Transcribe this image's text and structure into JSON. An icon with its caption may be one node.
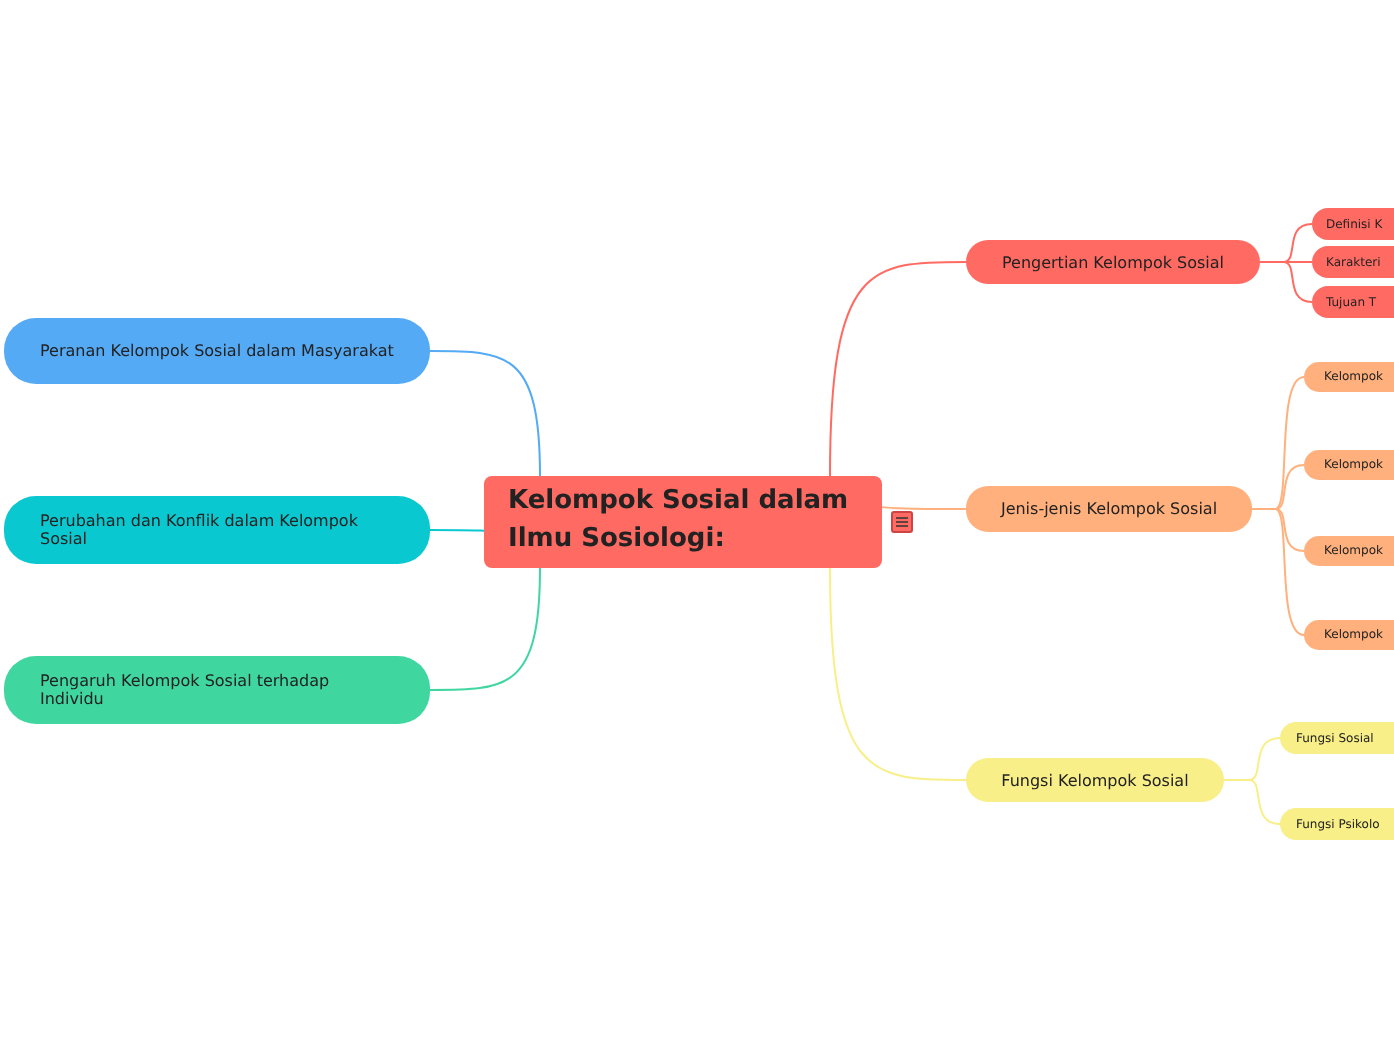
{
  "diagram": {
    "nodes": [
      {
        "text": [
          "Kelompok Sosial dalam Ilmu Sosiologi:"
        ]
      },
      {
        "text": [
          "Peranan Kelompok Sosial dalam Masyarakat"
        ]
      },
      {
        "text": [
          "Perubahan dan Konflik dalam Kelompok Sosial"
        ]
      },
      {
        "text": [
          "Pengaruh Kelompok Sosial terhadap Individu"
        ]
      },
      {
        "text": [
          "Pengertian Kelompok Sosial"
        ]
      },
      {
        "text": [
          "Definisi K"
        ]
      },
      {
        "text": [
          "Karakteri"
        ]
      },
      {
        "text": [
          "Tujuan T"
        ]
      },
      {
        "text": [
          "Jenis-jenis Kelompok Sosial"
        ]
      },
      {
        "text": [
          "Kelompok"
        ]
      },
      {
        "text": [
          "Kelompok"
        ]
      },
      {
        "text": [
          "Kelompok"
        ]
      },
      {
        "text": [
          "Kelompok"
        ]
      },
      {
        "text": [
          "Fungsi Kelompok Sosial"
        ]
      },
      {
        "text": [
          "Fungsi Sosial"
        ]
      },
      {
        "text": [
          "Fungsi Psikolo"
        ]
      }
    ],
    "edges": [
      {
        "from": 0,
        "to": 1,
        "arrow": "none",
        "color": "#55aaf5"
      },
      {
        "from": 0,
        "to": 2,
        "arrow": "none",
        "color": "#0ac8d0"
      },
      {
        "from": 0,
        "to": 3,
        "arrow": "none",
        "color": "#40d6a0"
      },
      {
        "from": 0,
        "to": 4,
        "arrow": "none",
        "color": "#ff6b63"
      },
      {
        "from": 4,
        "to": 5,
        "arrow": "none",
        "color": "#ff6b63"
      },
      {
        "from": 4,
        "to": 6,
        "arrow": "none",
        "color": "#ff6b63"
      },
      {
        "from": 4,
        "to": 7,
        "arrow": "none",
        "color": "#ff6b63"
      },
      {
        "from": 0,
        "to": 8,
        "arrow": "none",
        "color": "#ffb07c"
      },
      {
        "from": 8,
        "to": 9,
        "arrow": "none",
        "color": "#ffb07c"
      },
      {
        "from": 8,
        "to": 10,
        "arrow": "none",
        "color": "#ffb07c"
      },
      {
        "from": 8,
        "to": 11,
        "arrow": "none",
        "color": "#ffb07c"
      },
      {
        "from": 8,
        "to": 12,
        "arrow": "none",
        "color": "#ffb07c"
      },
      {
        "from": 0,
        "to": 13,
        "arrow": "none",
        "color": "#f8ef88"
      },
      {
        "from": 13,
        "to": 14,
        "arrow": "none",
        "color": "#f8ef88"
      },
      {
        "from": 13,
        "to": 15,
        "arrow": "none",
        "color": "#f8ef88"
      }
    ]
  }
}
